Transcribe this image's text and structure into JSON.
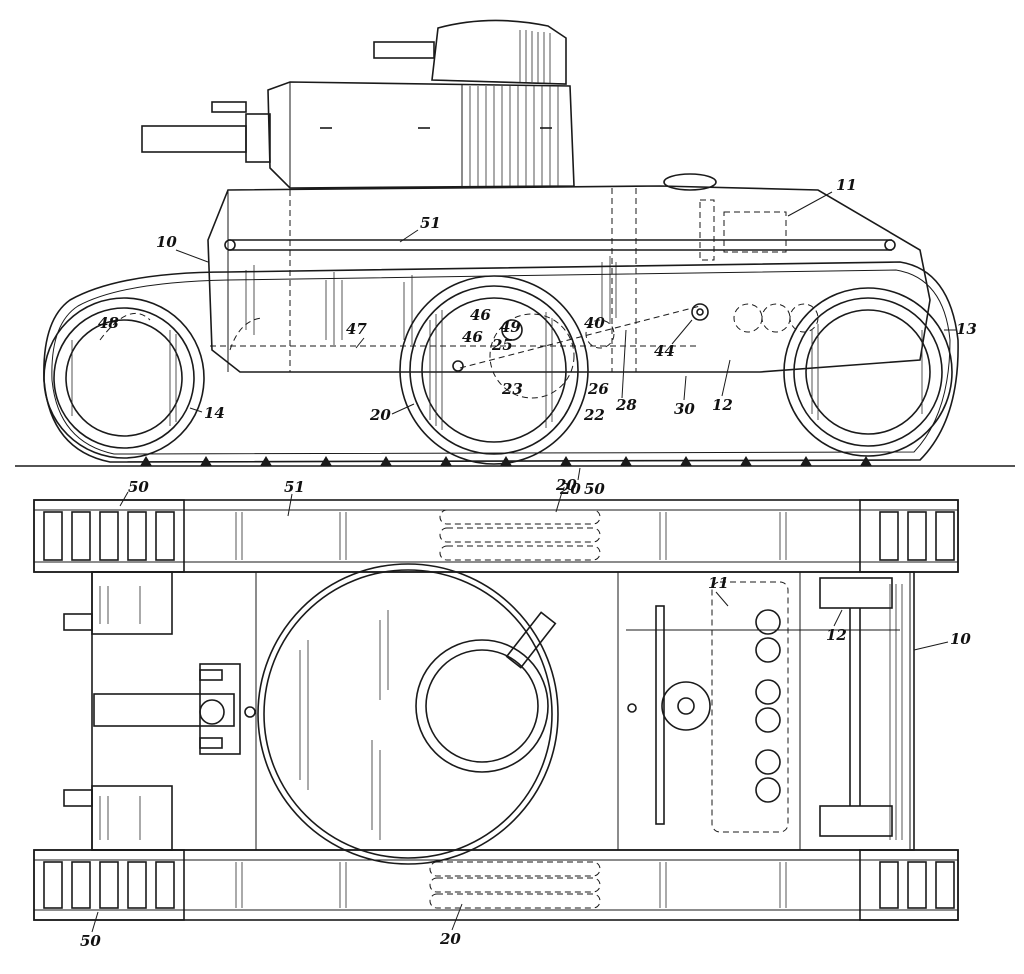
{
  "figure": {
    "side_view": {
      "labels": [
        {
          "id": "ref-11-side",
          "text": "11"
        },
        {
          "id": "ref-51-side",
          "text": "51"
        },
        {
          "id": "ref-10-side",
          "text": "10"
        },
        {
          "id": "ref-48",
          "text": "48"
        },
        {
          "id": "ref-47",
          "text": "47"
        },
        {
          "id": "ref-46a",
          "text": "46"
        },
        {
          "id": "ref-46b",
          "text": "46"
        },
        {
          "id": "ref-49",
          "text": "49"
        },
        {
          "id": "ref-25",
          "text": "25"
        },
        {
          "id": "ref-23",
          "text": "23"
        },
        {
          "id": "ref-40",
          "text": "40"
        },
        {
          "id": "ref-44",
          "text": "44"
        },
        {
          "id": "ref-13",
          "text": "13"
        },
        {
          "id": "ref-14",
          "text": "14"
        },
        {
          "id": "ref-20-side",
          "text": "20"
        },
        {
          "id": "ref-22",
          "text": "22"
        },
        {
          "id": "ref-26",
          "text": "26"
        },
        {
          "id": "ref-28",
          "text": "28"
        },
        {
          "id": "ref-30",
          "text": "30"
        },
        {
          "id": "ref-12-side",
          "text": "12"
        },
        {
          "id": "ref-20-ground",
          "text": "20"
        },
        {
          "id": "ref-50-ground",
          "text": "50"
        }
      ]
    },
    "top_view": {
      "labels": [
        {
          "id": "ref-50-top",
          "text": "50"
        },
        {
          "id": "ref-51-top",
          "text": "51"
        },
        {
          "id": "ref-20-top",
          "text": "20"
        },
        {
          "id": "ref-11-top",
          "text": "11"
        },
        {
          "id": "ref-12-top",
          "text": "12"
        },
        {
          "id": "ref-10-top",
          "text": "10"
        },
        {
          "id": "ref-50-bottom",
          "text": "50"
        },
        {
          "id": "ref-20-bottom",
          "text": "20"
        }
      ]
    }
  }
}
